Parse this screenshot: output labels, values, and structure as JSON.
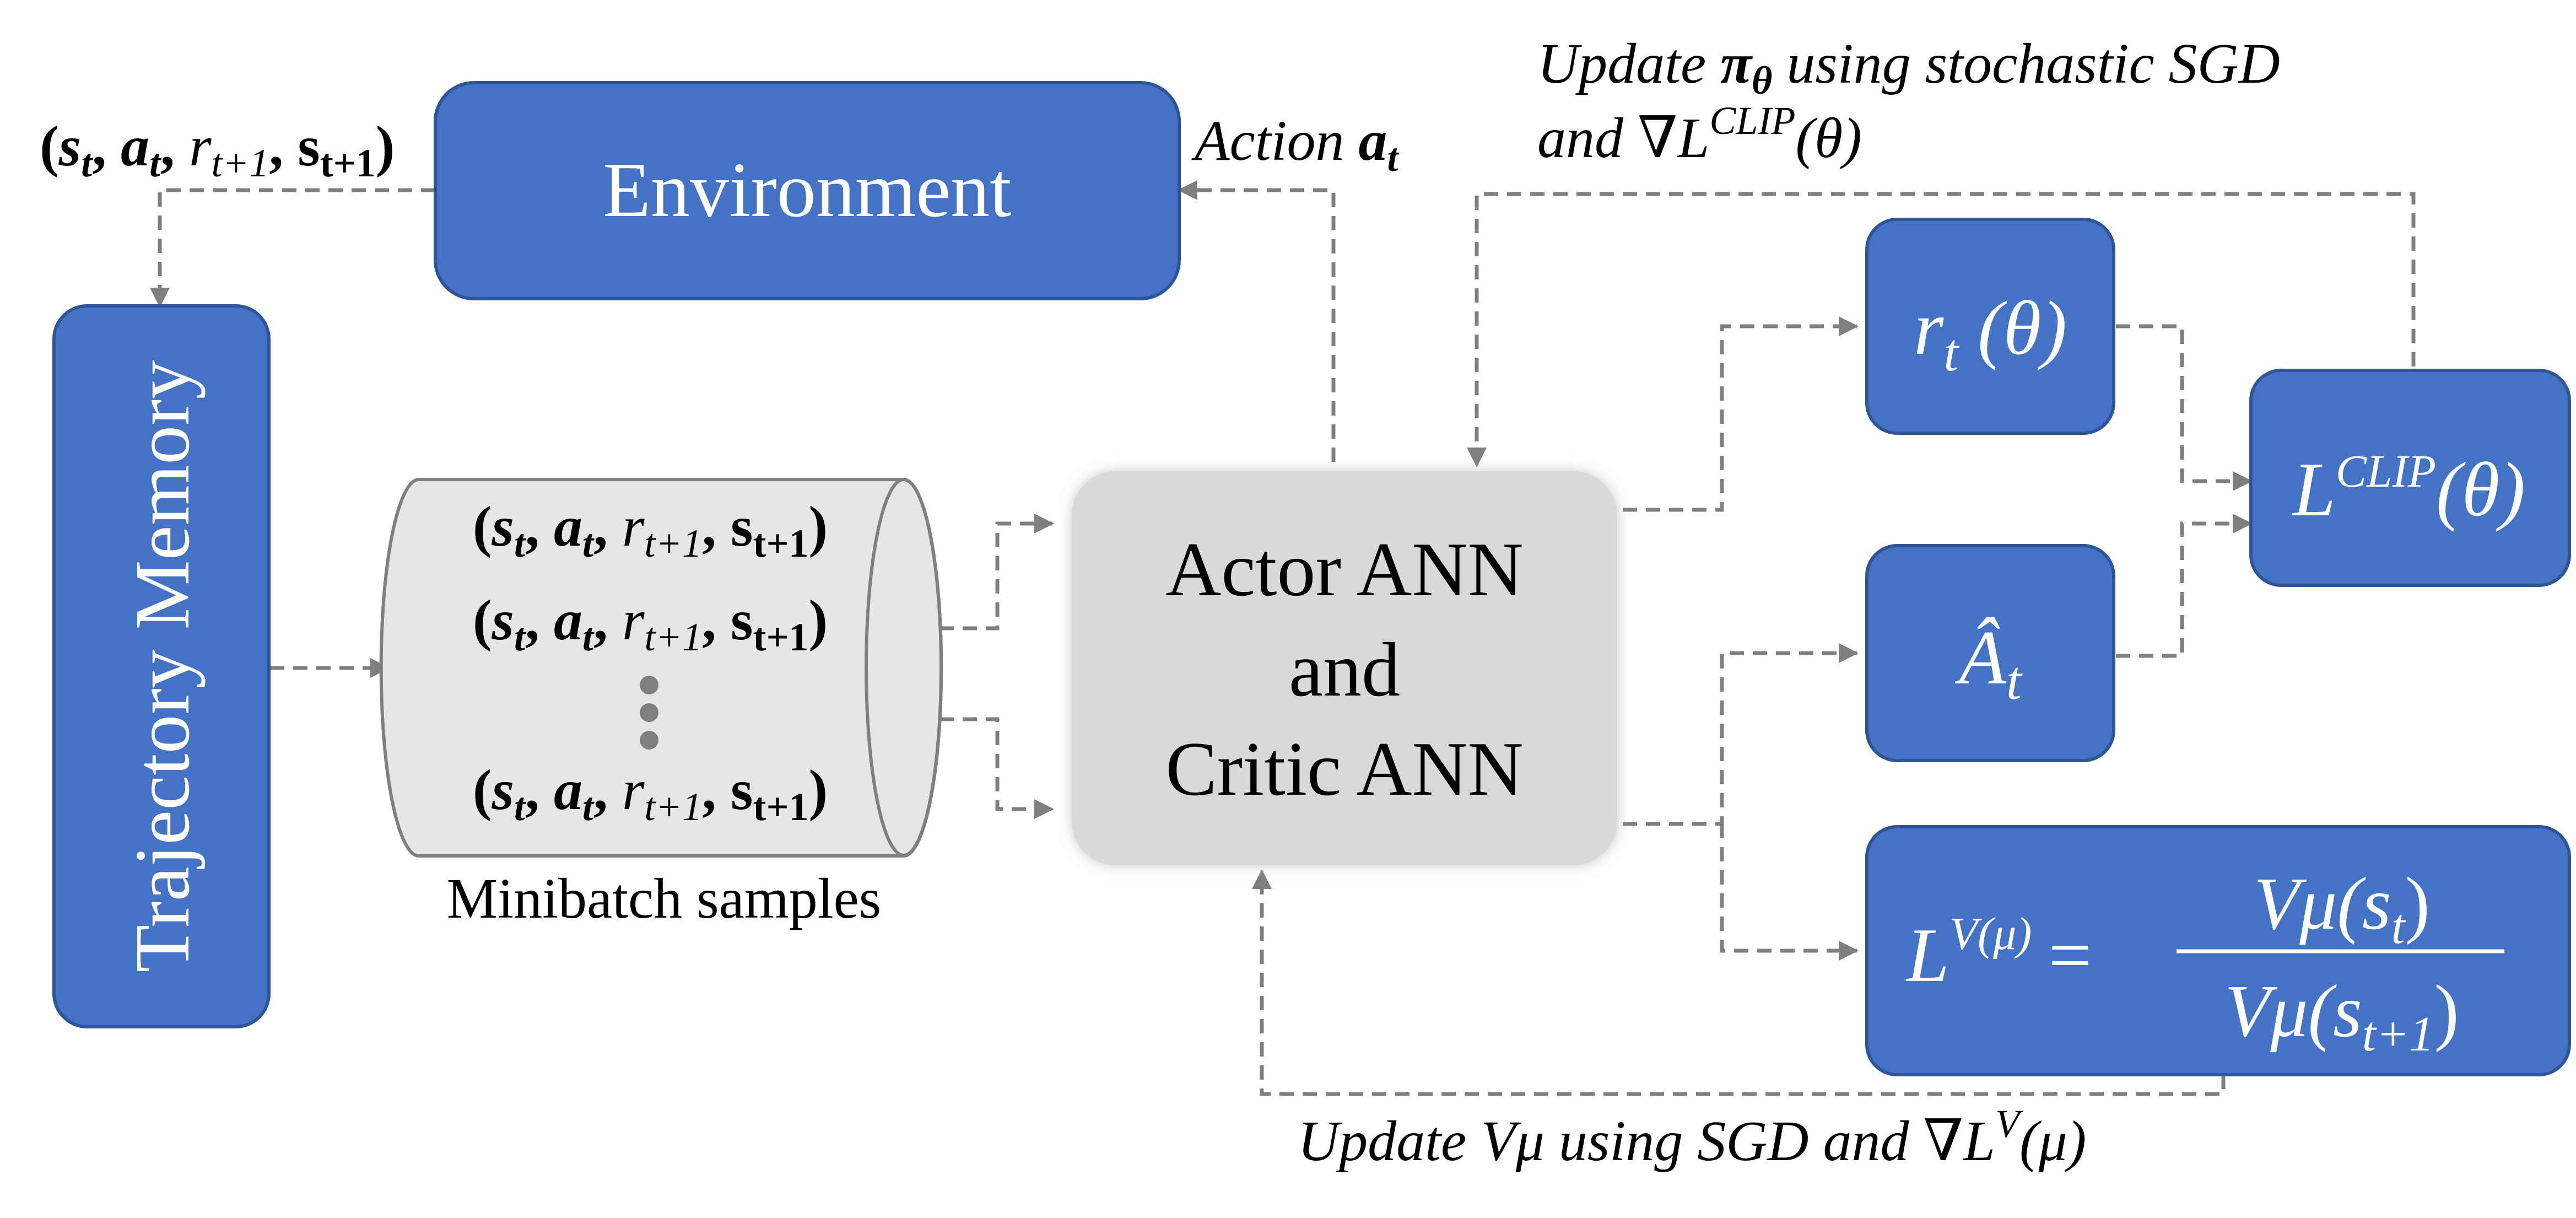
{
  "colors": {
    "box_fill": "#4472C4",
    "box_stroke": "#2F5597",
    "cylinder_fill": "#E6E6E6",
    "cylinder_stroke": "#7F7F7F",
    "core_fill": "#D9D9D9",
    "arrow": "#7F7F7F",
    "text_dark": "#000000",
    "text_light": "#FFFFFF"
  },
  "nodes": {
    "environment": "Environment",
    "trajectory_memory": "Trajectory Memory",
    "actor_critic": {
      "line1": "Actor ANN",
      "line2": "and",
      "line3": "Critic ANN"
    },
    "ratio": {
      "r": "r",
      "sub": "t",
      "rest": " (θ)"
    },
    "advantage": {
      "main": "Â",
      "sub": "t"
    },
    "clip_loss": {
      "L": "L",
      "sup": "CLIP",
      "rest": "(θ)"
    },
    "value_loss": {
      "lhs": "L",
      "lhs_sup": "V(μ)",
      "eq": "=",
      "num": "Vμ(s",
      "num_sub": "t",
      "num_close": ")",
      "den": "Vμ(s",
      "den_sub": "t+1",
      "den_close": ")"
    }
  },
  "minibatch": {
    "tuple": {
      "open": "(",
      "s": "s",
      "s_sub": "t",
      "a": "a",
      "a_sub": "t",
      "r": "r",
      "r_sub": "t+1",
      "s2": "s",
      "s2_sub": "t+1",
      "close": ")"
    },
    "caption": "Minibatch samples"
  },
  "labels": {
    "transition": {
      "open": "(",
      "s": "s",
      "s_sub": "t",
      "a": "a",
      "a_sub": "t",
      "r": "r",
      "r_sub": "t+1",
      "s2": "s",
      "s2_sub": "t+1",
      "close": ")"
    },
    "action": {
      "text": "Action ",
      "a": "a",
      "a_sub": "t"
    },
    "update_policy": {
      "line1_a": "Update ",
      "pi": "π",
      "pi_sub": "θ",
      "line1_b": " using stochastic SGD",
      "line2_a": "and  ∇",
      "L": "L",
      "sup": "CLIP",
      "line2_b": "(θ)"
    },
    "update_value": {
      "a": "Update ",
      "V": "Vμ",
      "b": " using SGD and ∇",
      "L": "L",
      "sup": "V",
      "c": "(μ)"
    }
  }
}
